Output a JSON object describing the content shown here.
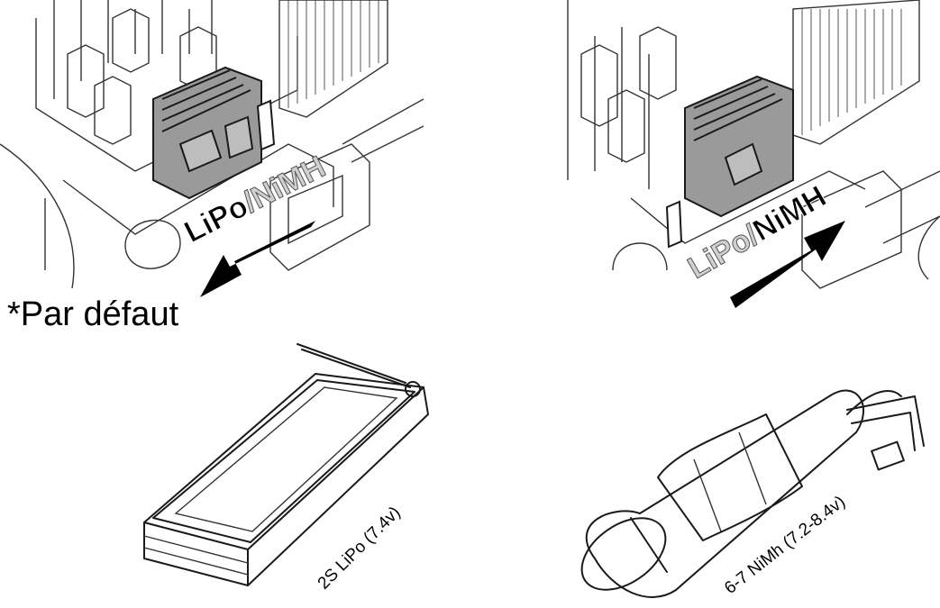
{
  "switch_left": {
    "active_label": "LiPo",
    "separator": "/",
    "inactive_label": "NiMH"
  },
  "switch_right": {
    "inactive_label": "LiPo",
    "separator": "/",
    "active_label": "NiMH"
  },
  "default_note": "*Par défaut",
  "battery_left": {
    "label": "2S LiPo (7.4v)"
  },
  "battery_right": {
    "label": "6-7 NiMh (7.2-8.4v)"
  },
  "colors": {
    "ink": "#000000",
    "switch_fill": "#9a9a9a",
    "inactive_text": "#d0d0d0"
  }
}
